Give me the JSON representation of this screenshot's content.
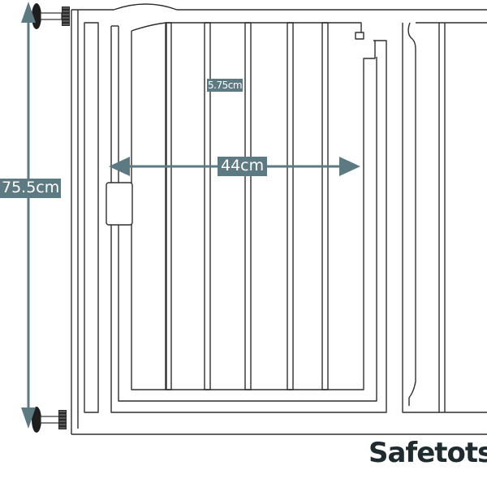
{
  "diagram": {
    "dimensions": {
      "height": "75.5cm",
      "width": "44cm",
      "bar_spacing": "5.75cm"
    },
    "brand": "Safetots",
    "colors": {
      "arrow": "#5d7a82",
      "line": "#2f2f2f",
      "brand_text": "#1f2b2e"
    }
  }
}
